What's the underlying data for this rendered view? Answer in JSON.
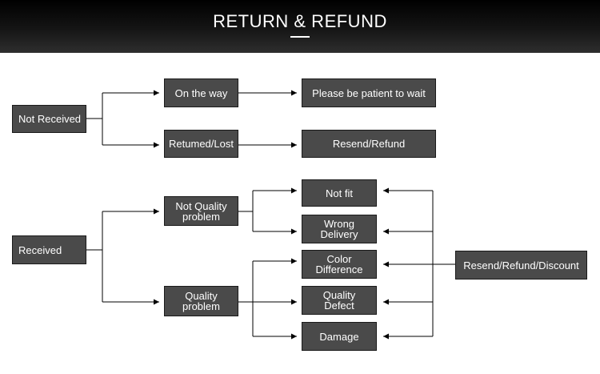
{
  "header": {
    "title": "RETURN & REFUND"
  },
  "colors": {
    "header_background": "#000000",
    "box_fill": "#4a4a4a",
    "box_text": "#ffffff",
    "connector": "#000000"
  },
  "diagram": {
    "not_received": {
      "label": "Not Received",
      "on_the_way": "On the way",
      "returned_lost": "Retumed/Lost",
      "please_wait": "Please be patient to wait",
      "resend_refund": "Resend/Refund"
    },
    "received": {
      "label": "Received",
      "not_quality_problem": "Not Quality\nproblem",
      "quality_problem": "Quality\nproblem",
      "not_fit": "Not fit",
      "wrong_delivery": "Wrong\nDelivery",
      "color_difference": "Color\nDifference",
      "quality_defect": "Quality\nDefect",
      "damage": "Damage",
      "resend_refund_discount": "Resend/Refund/Discount"
    }
  }
}
